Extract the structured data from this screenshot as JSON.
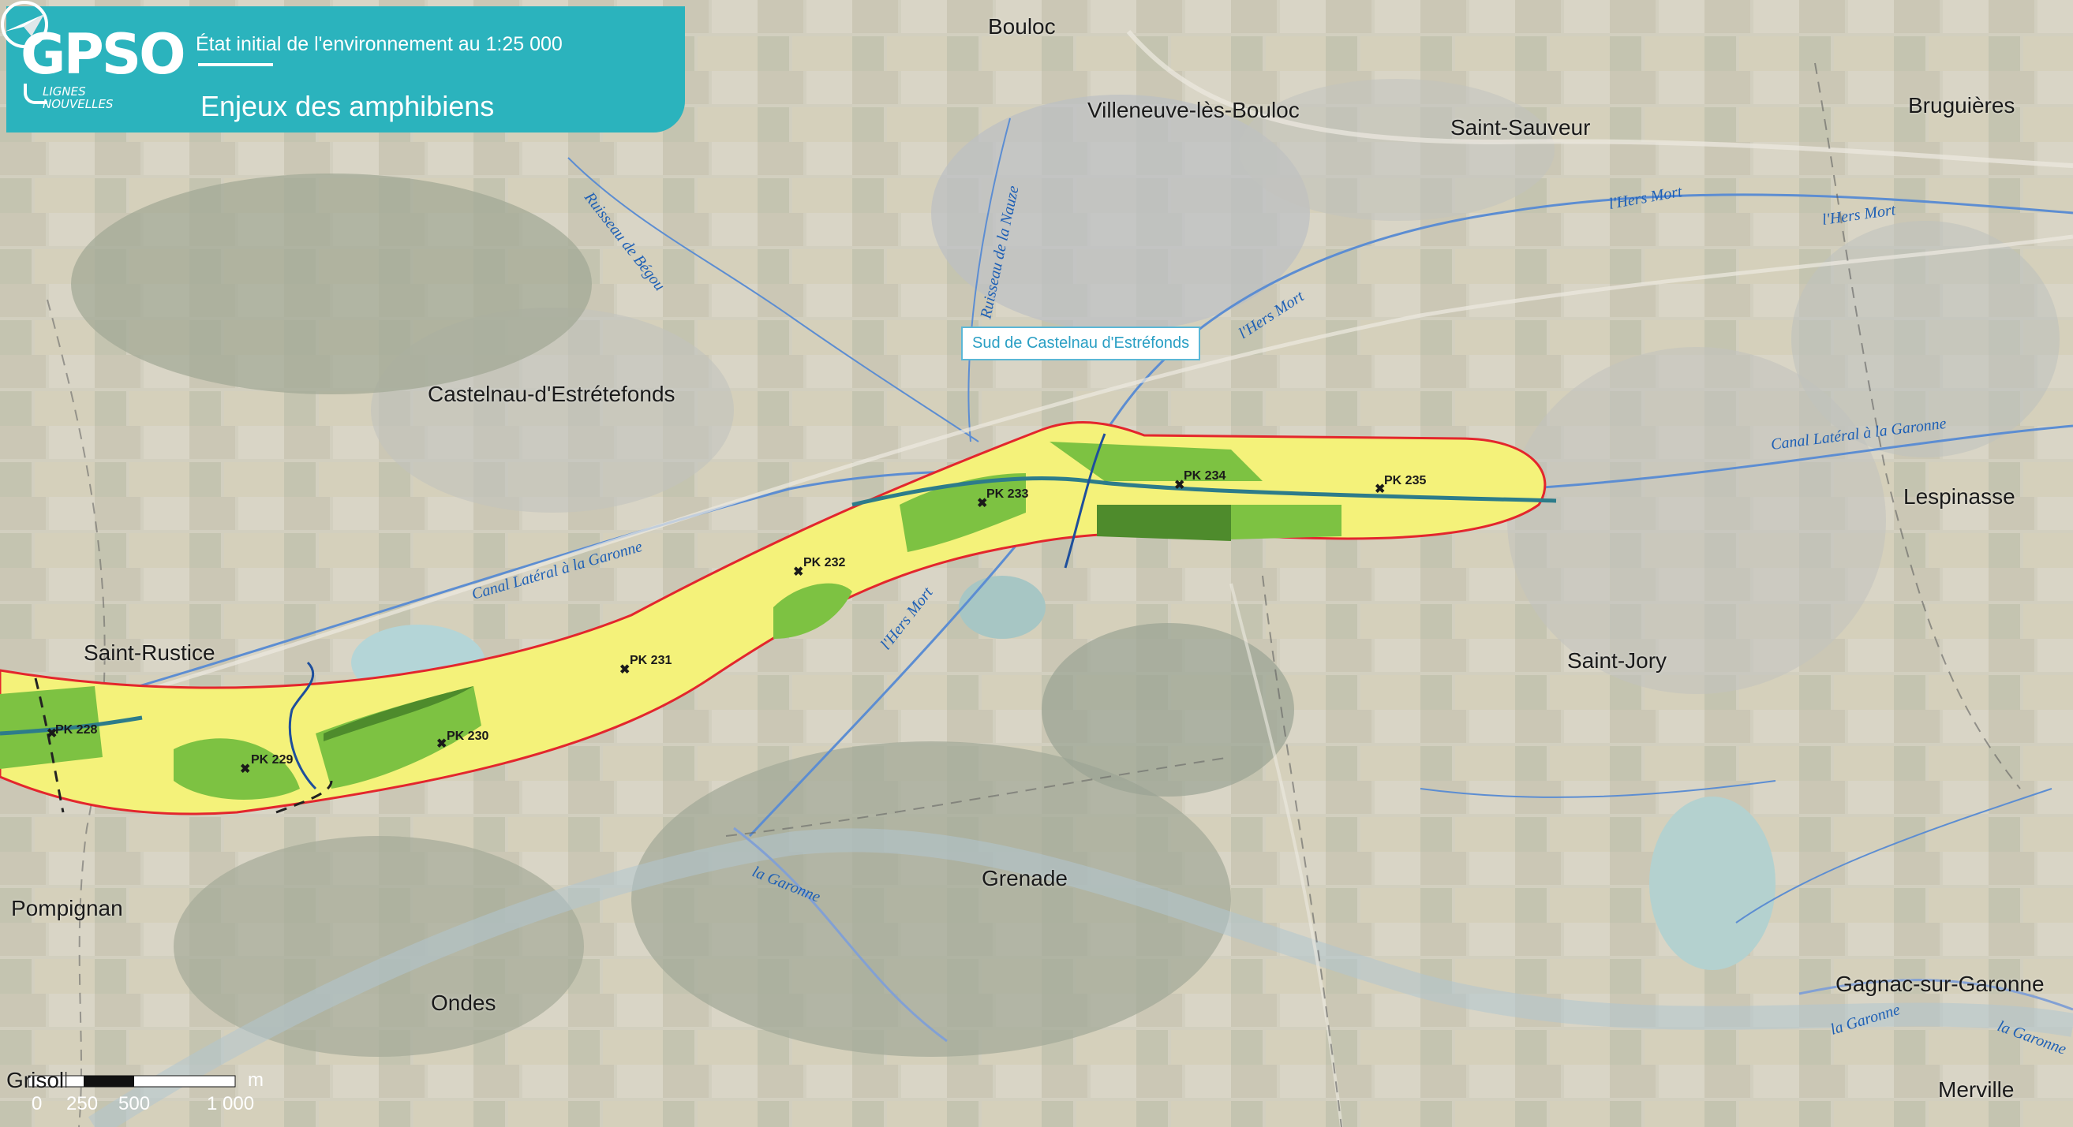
{
  "header": {
    "logo_text": "GPSO",
    "logo_sub_line1": "LIGNES",
    "logo_sub_line2": "NOUVELLES",
    "subtitle": "État initial de l'environnement au 1:25 000",
    "title": "Enjeux des amphibiens"
  },
  "towns": {
    "bouloc": "Bouloc",
    "villeneuve": "Villeneuve-lès-Bouloc",
    "saint_sauveur": "Saint-Sauveur",
    "bruguieres": "Bruguières",
    "castelnau": "Castelnau-d'Estrétefonds",
    "lespinasse": "Lespinasse",
    "saint_rustice": "Saint-Rustice",
    "saint_jory": "Saint-Jory",
    "grenade": "Grenade",
    "pompignan": "Pompignan",
    "ondes": "Ondes",
    "gagnac": "Gagnac-sur-Garonne",
    "merville": "Merville",
    "grisolles": "Grisolles"
  },
  "station_label": "Sud de Castelnau d'Estréfonds",
  "waterways": {
    "begou": "Ruisseau de Bégou",
    "nauze": "Ruisseau de la Nauze",
    "hers_mort_1": "l'Hers Mort",
    "hers_mort_2": "l'Hers Mort",
    "hers_mort_3": "l'Hers Mort",
    "hers_mort_4": "l'Hers Mort",
    "canal_1": "Canal Latéral à la Garonne",
    "canal_2": "Canal Latéral à la Garonne",
    "garonne_1": "la Garonne",
    "garonne_2": "la Garonne",
    "garonne_3": "la Garonne"
  },
  "pk_markers": [
    {
      "label": "PK 228"
    },
    {
      "label": "PK 229"
    },
    {
      "label": "PK 230"
    },
    {
      "label": "PK 231"
    },
    {
      "label": "PK 232"
    },
    {
      "label": "PK 233"
    },
    {
      "label": "PK 234"
    },
    {
      "label": "PK 235"
    }
  ],
  "scale_bar": {
    "labels": [
      "0",
      "250",
      "500",
      "1 000"
    ],
    "unit": "m"
  },
  "colors": {
    "header_bg": "#2bb3bd",
    "corridor_yellow": "#f4f27a",
    "habitat_green": "#7dc242",
    "habitat_dark_green": "#4e8b2c",
    "corridor_outline": "#e3262d",
    "water_label": "#1d5fb5"
  }
}
